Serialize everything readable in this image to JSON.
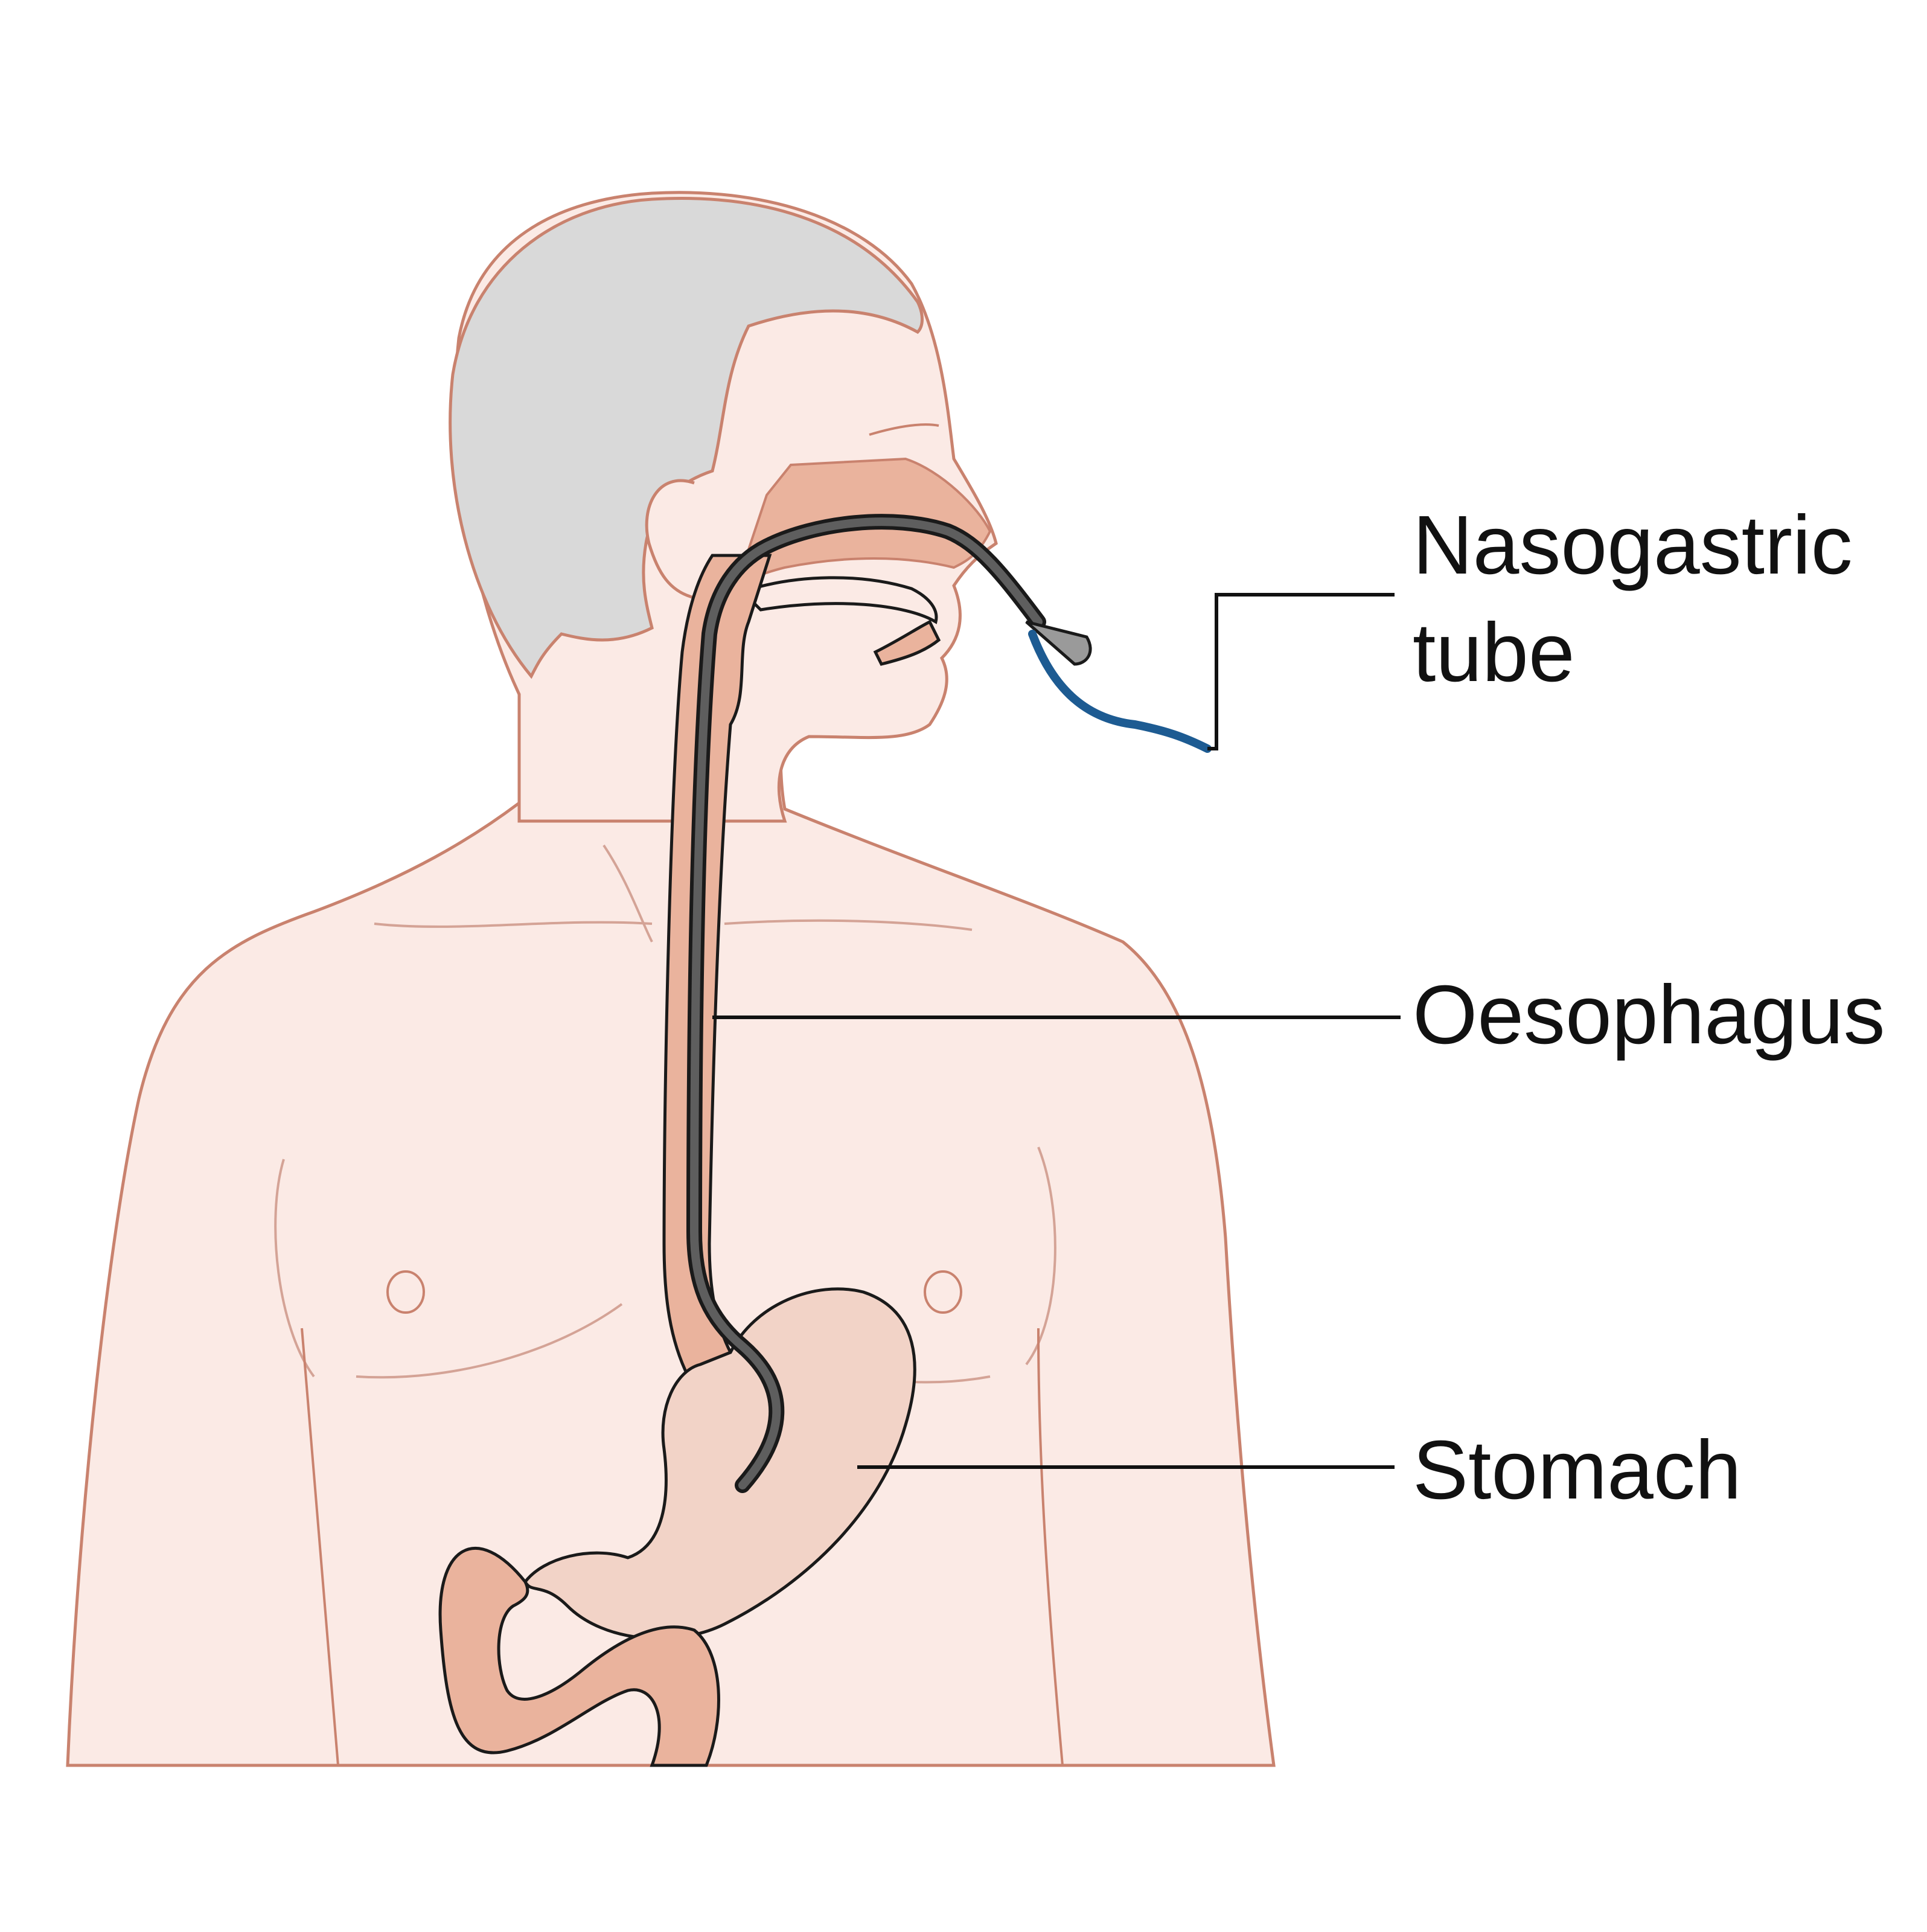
{
  "labels": {
    "nasogastric_line1": "Nasogastric",
    "nasogastric_line2": "tube",
    "oesophagus": "Oesophagus",
    "stomach": "Stomach"
  },
  "colors": {
    "skin": "#fbeae5",
    "skin_outline": "#c9826e",
    "hair": "#d9d9d9",
    "organ": "#eab39d",
    "organ_outline": "#1a1a1a",
    "tube": "#5e5e5e",
    "tube_tip": "#1d5b92",
    "leader": "#111111"
  }
}
